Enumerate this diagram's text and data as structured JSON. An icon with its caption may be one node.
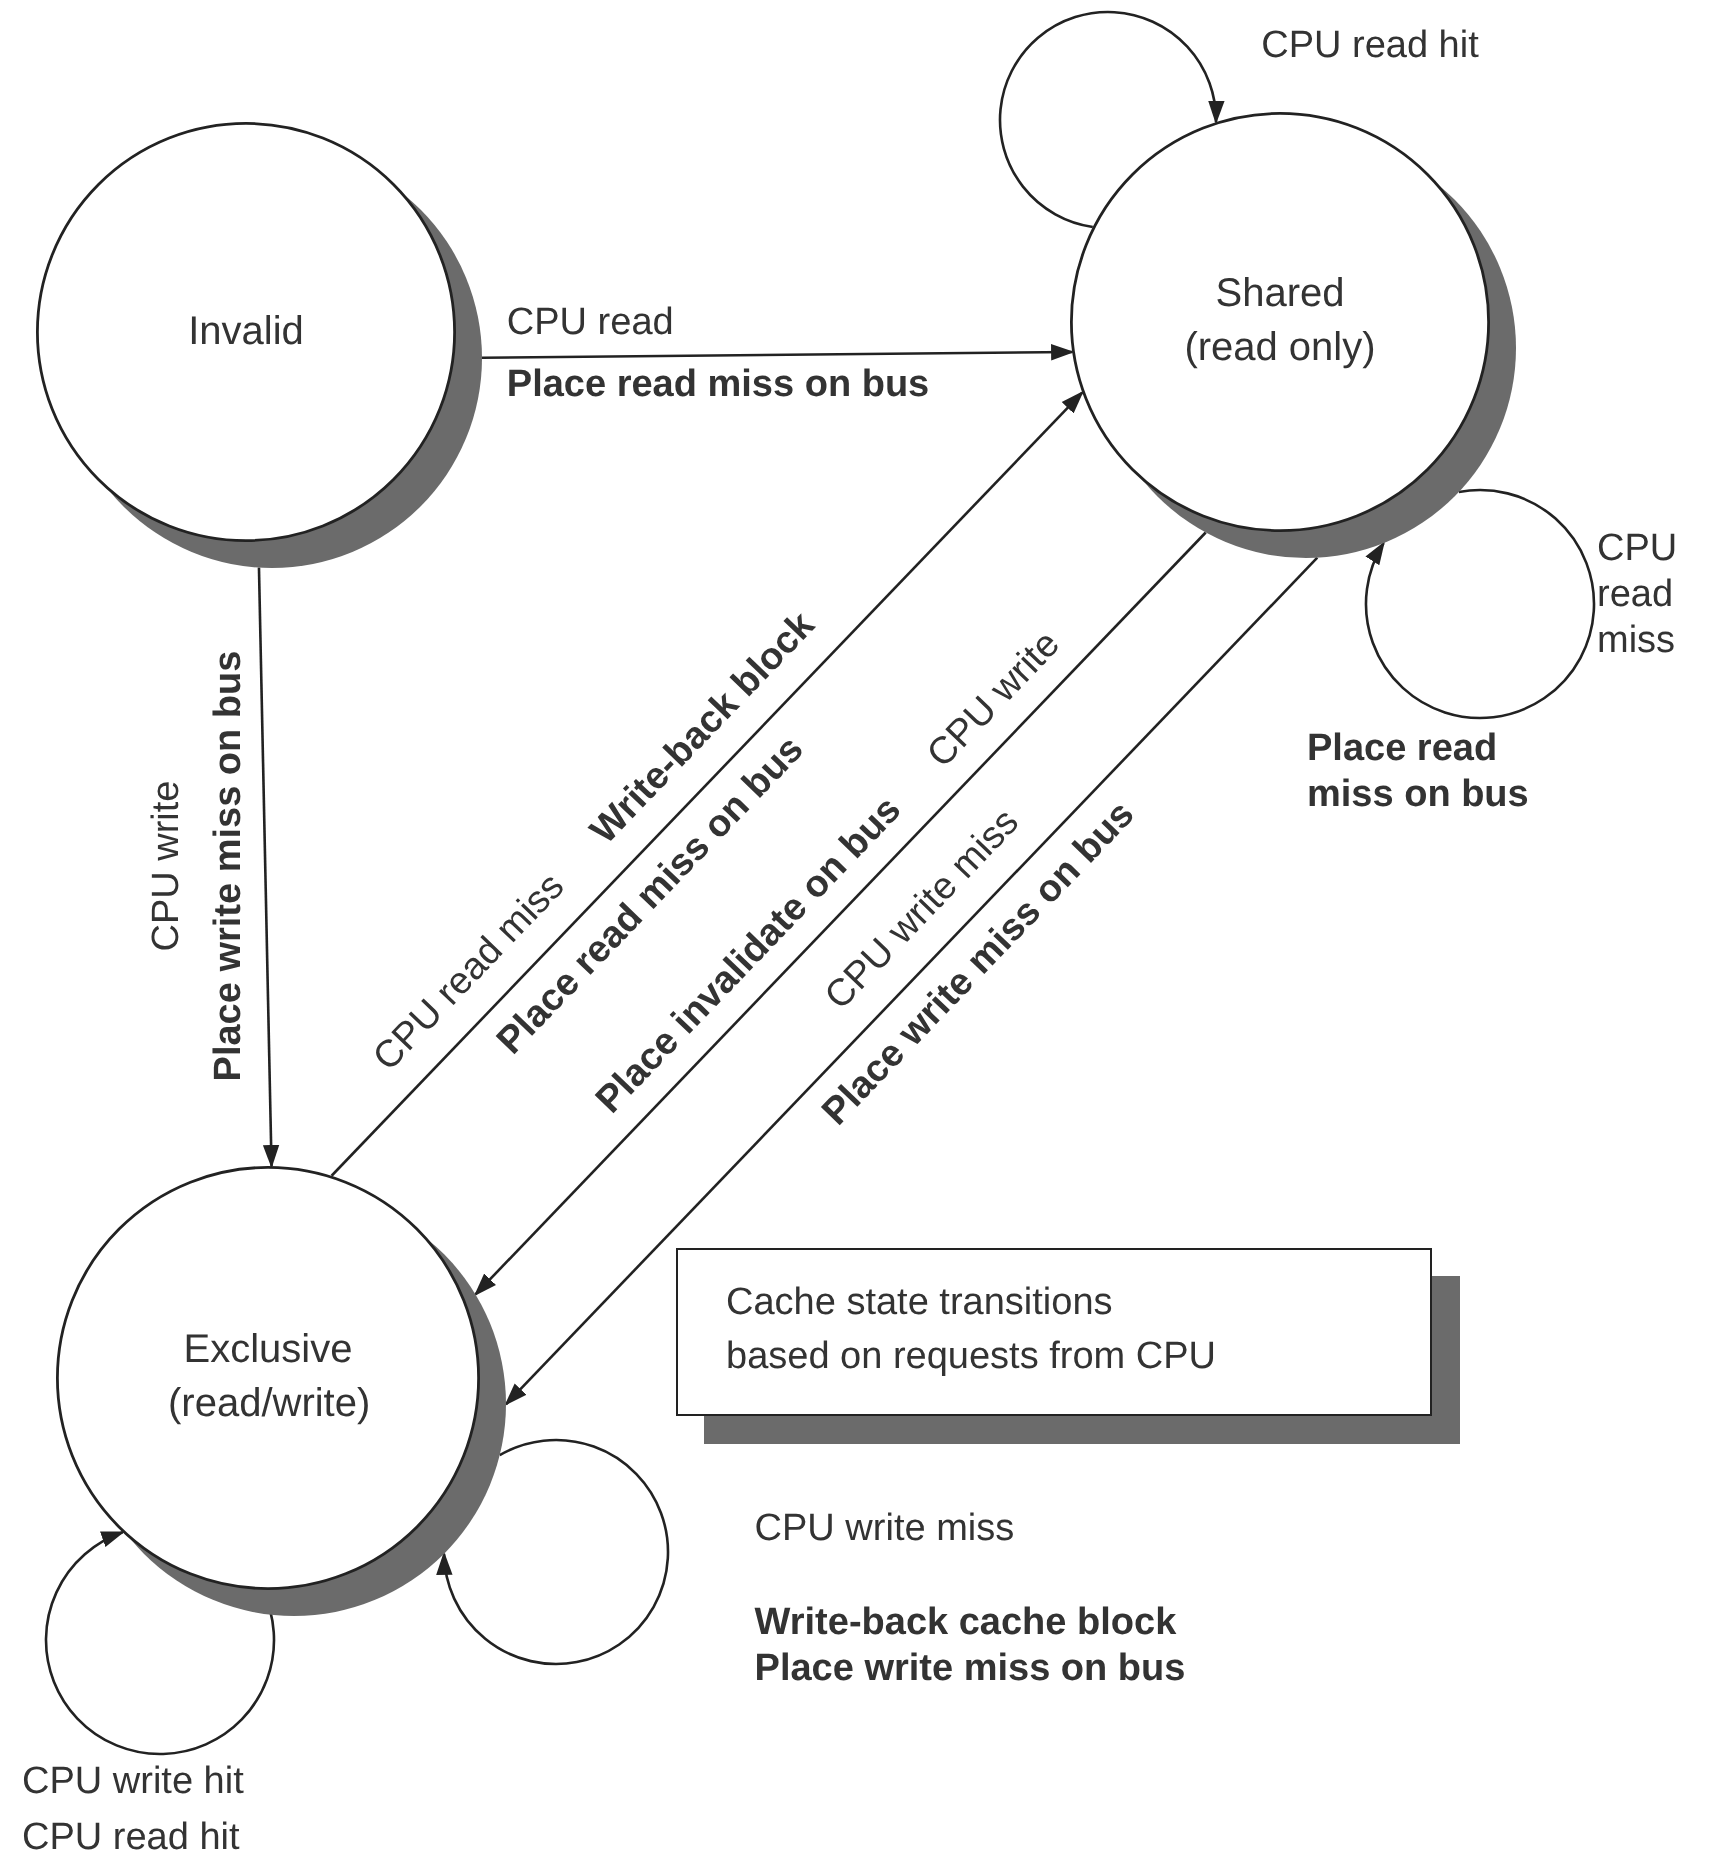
{
  "diagram": {
    "nodes": [
      {
        "text": [
          "Invalid"
        ]
      },
      {
        "text": [
          "Shared (read only)"
        ]
      },
      {
        "text": [
          "Exclusive (read/write)"
        ]
      },
      {
        "text": [
          "Cache state transitions based on requests from CPU"
        ]
      }
    ],
    "edges": [
      {
        "from": 0,
        "to": 1,
        "arrow": "to",
        "label": "CPU read **Place read miss on bus**"
      },
      {
        "from": 0,
        "to": 2,
        "arrow": "to",
        "label": "CPU write **Place write miss on bus**"
      },
      {
        "from": 2,
        "to": 1,
        "arrow": "to",
        "label": "CPU read miss **Write-back block** **Place read miss on bus**"
      },
      {
        "from": 1,
        "to": 2,
        "arrow": "to",
        "label": "**Place invalidate on bus** CPU write"
      },
      {
        "from": 1,
        "to": 2,
        "arrow": "to",
        "label": "CPU write miss **Place write miss on bus**"
      },
      {
        "from": 1,
        "to": 1,
        "arrow": "to",
        "label": "CPU read hit"
      },
      {
        "from": 1,
        "to": 1,
        "arrow": "to",
        "label": "CPU read miss **Place read miss on bus**"
      },
      {
        "from": 2,
        "to": 2,
        "arrow": "to",
        "label": "CPU write miss **Write-back cache block** **Place write miss on bus**"
      },
      {
        "from": 2,
        "to": 2,
        "arrow": "to",
        "label": "CPU write hit CPU read hit"
      }
    ]
  }
}
